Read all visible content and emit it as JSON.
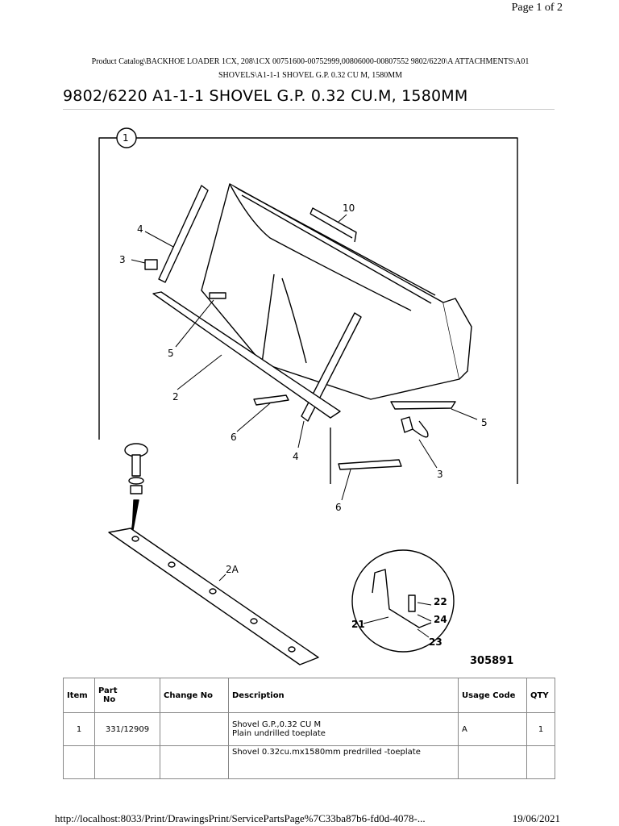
{
  "header": {
    "page_label": "Page 1 of 2",
    "breadcrumb_line1": "Product Catalog\\BACKHOE LOADER 1CX, 208\\1CX 00751600-00752999,00806000-00807552 9802/6220\\A ATTACHMENTS\\A01",
    "breadcrumb_line2": "SHOVELS\\A1-1-1 SHOVEL G.P. 0.32 CU M, 1580MM",
    "title": "9802/6220 A1-1-1 SHOVEL G.P. 0.32 CU.M, 1580MM"
  },
  "drawing": {
    "callouts": {
      "c1": "1",
      "c10": "10",
      "c4a": "4",
      "c3a": "3",
      "c5a": "5",
      "c2": "2",
      "c6a": "6",
      "c4b": "4",
      "c5b": "5",
      "c3b": "3",
      "c6b": "6",
      "c2a": "2A",
      "c22": "22",
      "c21": "21",
      "c24": "24",
      "c23": "23"
    },
    "drawing_number": "305891"
  },
  "table": {
    "headers": {
      "item": "Item",
      "part_no_1": "Part",
      "part_no_2": "No",
      "change_no": "Change No",
      "description": "Description",
      "usage_code": "Usage Code",
      "qty": "QTY"
    },
    "rows": [
      {
        "item": "1",
        "part_no": "331/12909",
        "change_no": "",
        "description_1": "Shovel G.P.,0.32 CU M",
        "description_2": "Plain undrilled toeplate",
        "usage_code": "A",
        "qty": "1"
      },
      {
        "item": "",
        "part_no": "",
        "change_no": "",
        "description_1": "Shovel 0.32cu.mx1580mm predrilled -toeplate",
        "description_2": "",
        "usage_code": "",
        "qty": ""
      }
    ]
  },
  "footer": {
    "url": "http://localhost:8033/Print/DrawingsPrint/ServicePartsPage%7C33ba87b6-fd0d-4078-...",
    "date": "19/06/2021"
  }
}
